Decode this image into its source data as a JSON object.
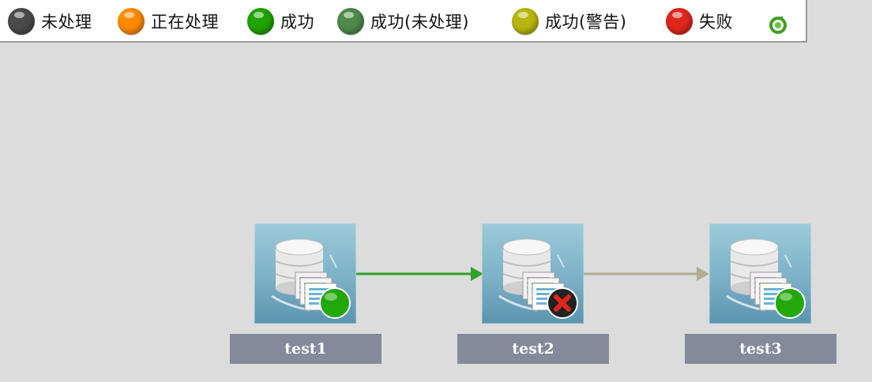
{
  "legend": {
    "items": [
      {
        "label": "未处理",
        "color": "#4a4a4a",
        "icon": "status-dot-icon"
      },
      {
        "label": "正在处理",
        "color": "#ff8a00",
        "icon": "status-dot-icon"
      },
      {
        "label": "成功",
        "color": "#1fa300",
        "icon": "status-dot-icon"
      },
      {
        "label": "成功(未处理)",
        "color": "#4f8a4a",
        "icon": "status-dot-icon"
      },
      {
        "label": "成功(警告)",
        "color": "#b6b60e",
        "icon": "status-dot-icon"
      },
      {
        "label": "失败",
        "color": "#e0261c",
        "icon": "status-dot-icon"
      }
    ],
    "refresh_icon": "refresh-icon"
  },
  "nodes": [
    {
      "id": "test1",
      "label": "test1",
      "status": "success",
      "badge_icon": "success-badge-icon"
    },
    {
      "id": "test2",
      "label": "test2",
      "status": "failed",
      "badge_icon": "failure-badge-icon"
    },
    {
      "id": "test3",
      "label": "test3",
      "status": "success",
      "badge_icon": "success-badge-icon"
    }
  ],
  "edges": [
    {
      "from": "test1",
      "to": "test2",
      "color": "#2fa22c"
    },
    {
      "from": "test2",
      "to": "test3",
      "color": "#b0ae8e"
    }
  ]
}
